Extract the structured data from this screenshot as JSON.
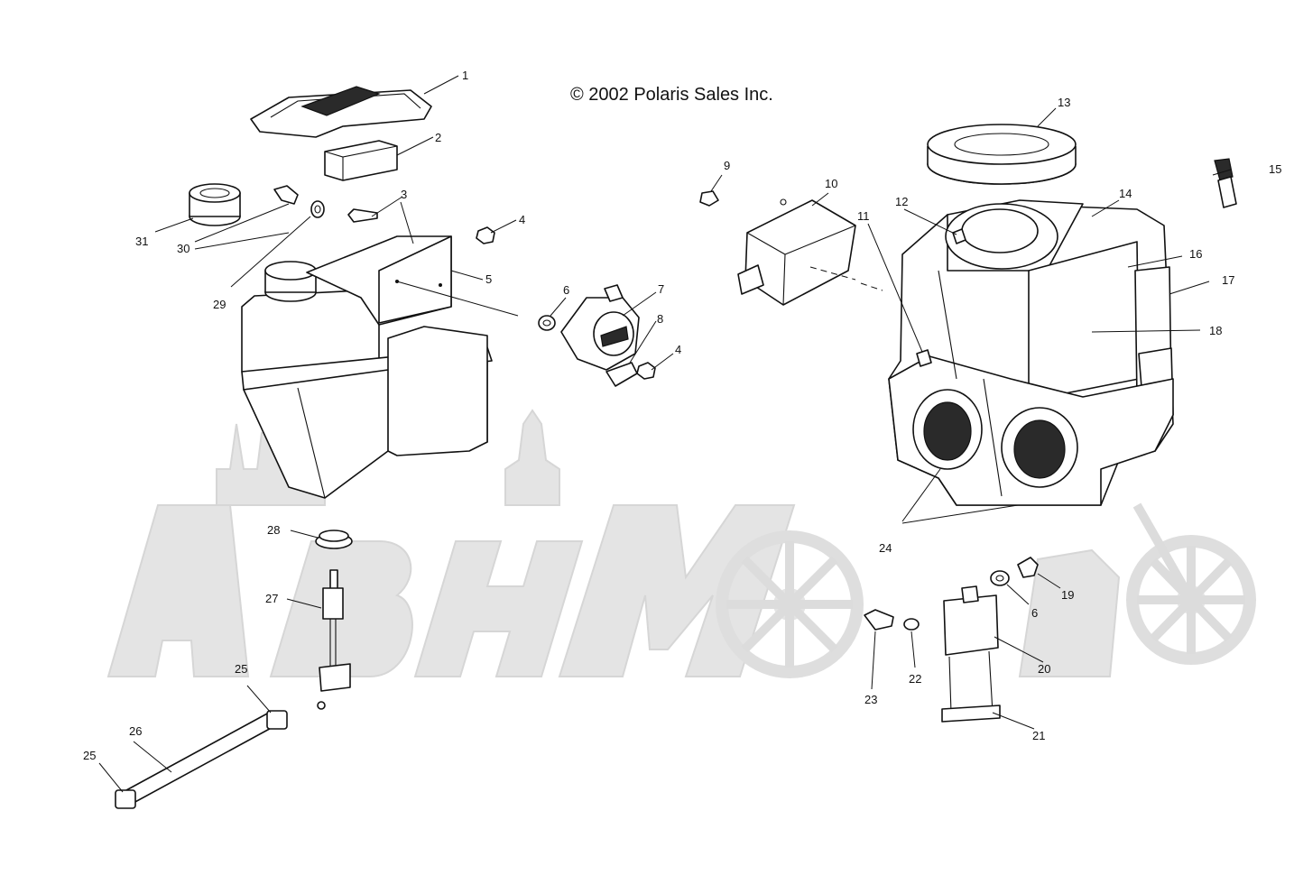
{
  "copyright": "© 2002 Polaris Sales Inc.",
  "watermark": "АвтоМото",
  "callouts": [
    {
      "id": "c1",
      "text": "1"
    },
    {
      "id": "c2",
      "text": "2"
    },
    {
      "id": "c3",
      "text": "3"
    },
    {
      "id": "c4a",
      "text": "4"
    },
    {
      "id": "c4b",
      "text": "4"
    },
    {
      "id": "c5",
      "text": "5"
    },
    {
      "id": "c6a",
      "text": "6"
    },
    {
      "id": "c6b",
      "text": "6"
    },
    {
      "id": "c7",
      "text": "7"
    },
    {
      "id": "c8",
      "text": "8"
    },
    {
      "id": "c9",
      "text": "9"
    },
    {
      "id": "c10",
      "text": "10"
    },
    {
      "id": "c11",
      "text": "11"
    },
    {
      "id": "c12",
      "text": "12"
    },
    {
      "id": "c13",
      "text": "13"
    },
    {
      "id": "c14",
      "text": "14"
    },
    {
      "id": "c15",
      "text": "15"
    },
    {
      "id": "c16",
      "text": "16"
    },
    {
      "id": "c17",
      "text": "17"
    },
    {
      "id": "c18",
      "text": "18"
    },
    {
      "id": "c19",
      "text": "19"
    },
    {
      "id": "c20",
      "text": "20"
    },
    {
      "id": "c21",
      "text": "21"
    },
    {
      "id": "c22",
      "text": "22"
    },
    {
      "id": "c23",
      "text": "23"
    },
    {
      "id": "c24",
      "text": "24"
    },
    {
      "id": "c25a",
      "text": "25"
    },
    {
      "id": "c25b",
      "text": "25"
    },
    {
      "id": "c26",
      "text": "26"
    },
    {
      "id": "c27",
      "text": "27"
    },
    {
      "id": "c28",
      "text": "28"
    },
    {
      "id": "c29",
      "text": "29"
    },
    {
      "id": "c30",
      "text": "30"
    },
    {
      "id": "c31",
      "text": "31"
    }
  ]
}
